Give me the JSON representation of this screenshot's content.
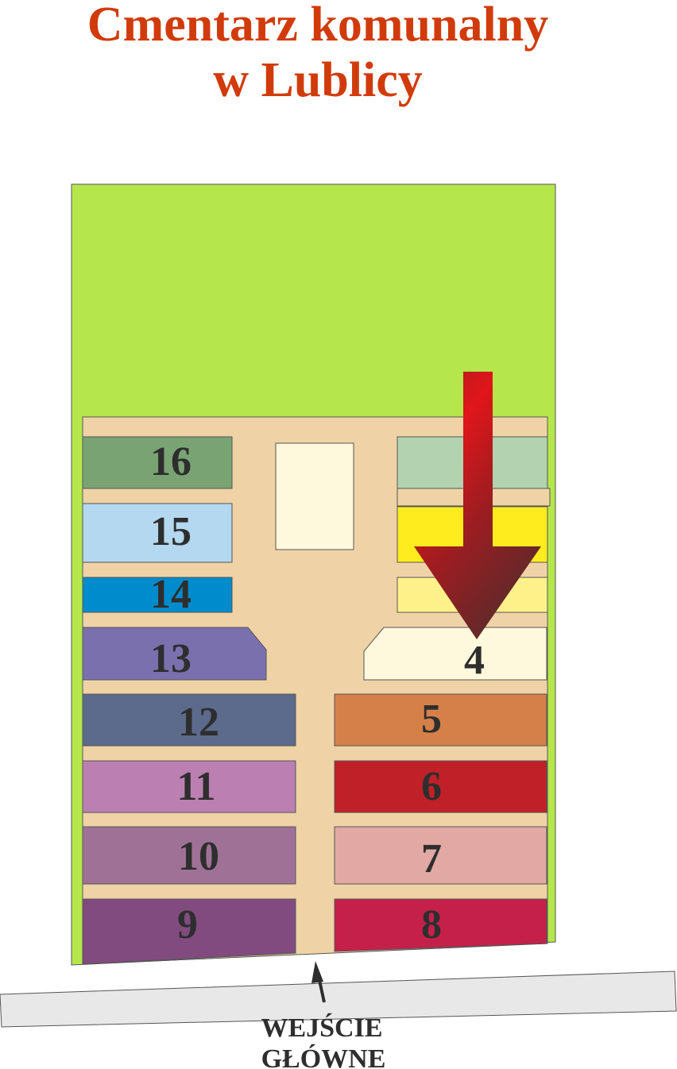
{
  "title": {
    "line1": "Cmentarz komunalny",
    "line2": "w Lublicy"
  },
  "entrance": {
    "line1": "WEJŚCIE",
    "line2": "GŁÓWNE"
  },
  "colors": {
    "title": "#d13b0b",
    "lot": "#b5e64c",
    "paths": "#efd3a6",
    "road": "#e8e8e8",
    "arrow_light": "#e0161a",
    "arrow_dark": "#5e2a2a"
  },
  "plots": [
    {
      "id": "16",
      "label": "16",
      "color": "#7aa373"
    },
    {
      "id": "15",
      "label": "15",
      "color": "#b3d8f0"
    },
    {
      "id": "14",
      "label": "14",
      "color": "#008ccc"
    },
    {
      "id": "13",
      "label": "13",
      "color": "#7b70ae"
    },
    {
      "id": "12",
      "label": "12",
      "color": "#5c6a8c"
    },
    {
      "id": "11",
      "label": "11",
      "color": "#bb80b1"
    },
    {
      "id": "10",
      "label": "10",
      "color": "#a07196"
    },
    {
      "id": "9",
      "label": "9",
      "color": "#814b80"
    },
    {
      "id": "8",
      "label": "8",
      "color": "#c5204a"
    },
    {
      "id": "7",
      "label": "7",
      "color": "#e2a8a4"
    },
    {
      "id": "6",
      "label": "6",
      "color": "#c02028"
    },
    {
      "id": "5",
      "label": "5",
      "color": "#d58048"
    },
    {
      "id": "4",
      "label": "4",
      "color": "#fef8dc"
    },
    {
      "id": "1",
      "label": "",
      "color": "#fff18a"
    },
    {
      "id": "2",
      "label": "",
      "color": "#ffec1e"
    },
    {
      "id": "3",
      "label": "",
      "color": "#b3d2b0"
    }
  ],
  "chapel": {
    "color": "#fef8dc"
  }
}
